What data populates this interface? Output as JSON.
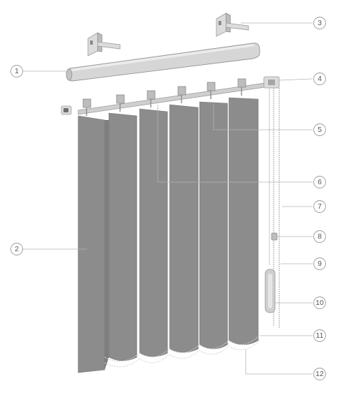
{
  "diagram": {
    "parts": [
      {
        "number": "1"
      },
      {
        "number": "2"
      },
      {
        "number": "3"
      },
      {
        "number": "4"
      },
      {
        "number": "5"
      },
      {
        "number": "6"
      },
      {
        "number": "7"
      },
      {
        "number": "8"
      },
      {
        "number": "9"
      },
      {
        "number": "10"
      },
      {
        "number": "11"
      },
      {
        "number": "12"
      }
    ],
    "colors": {
      "slat": "#8c8c8c",
      "headrail": "#dcdcdc",
      "leader_line": "#b4b4b4",
      "callout_text": "#555555"
    }
  }
}
